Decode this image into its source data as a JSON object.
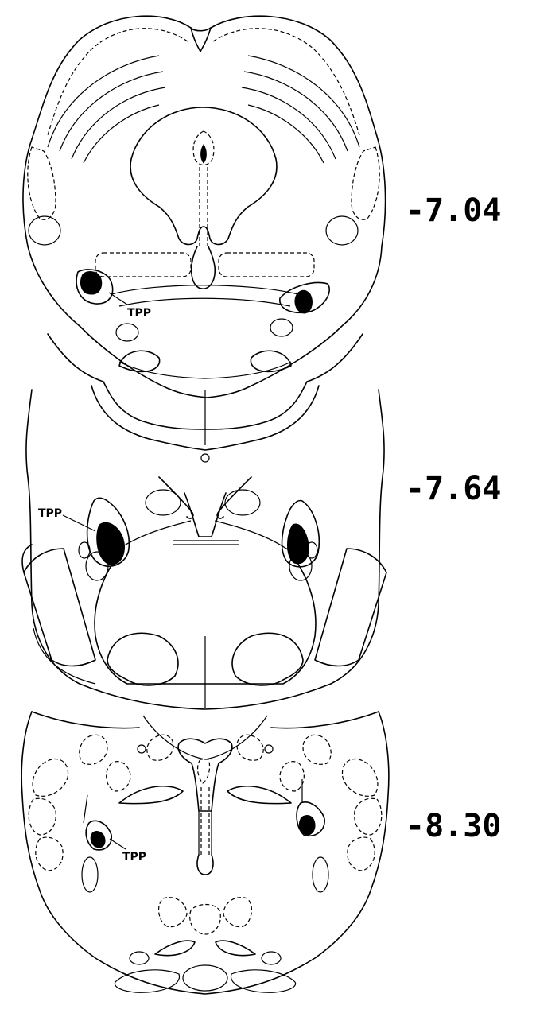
{
  "sections": [
    {
      "level": "-7.04",
      "tpp_label": "TPP"
    },
    {
      "level": "-7.64",
      "tpp_label": "TPP"
    },
    {
      "level": "-8.30",
      "tpp_label": "TPP"
    }
  ]
}
